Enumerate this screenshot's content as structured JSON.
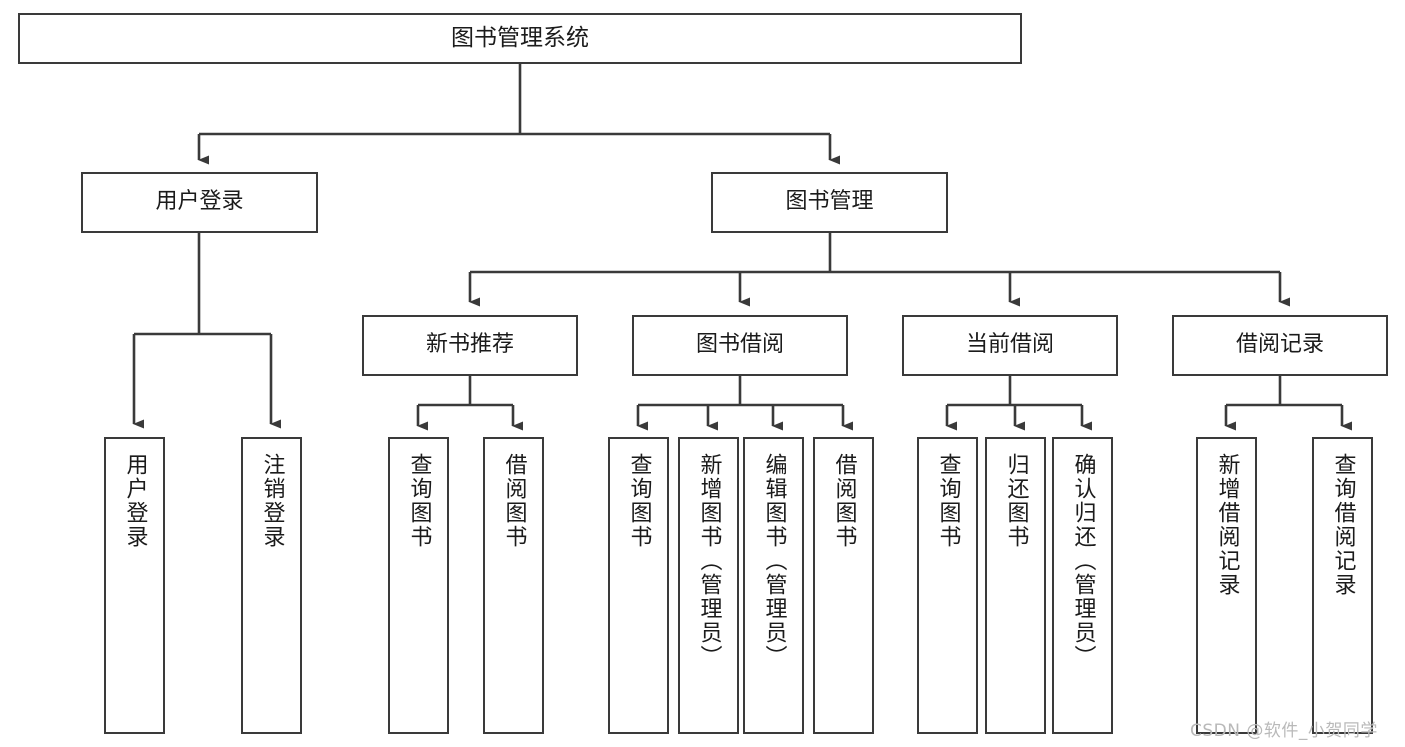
{
  "diagram": {
    "title": "图书管理系统",
    "type": "tree-hierarchy",
    "colors": {
      "box_border": "#3a3a3a",
      "box_fill": "#ffffff",
      "edge": "#3a3a3a",
      "text": "#1b1b1b",
      "watermark": "#b9b9b9",
      "background": "#ffffff"
    },
    "root": {
      "label": "图书管理系统"
    },
    "level1": [
      {
        "label": "用户登录"
      },
      {
        "label": "图书管理"
      }
    ],
    "level2": [
      {
        "label": "新书推荐"
      },
      {
        "label": "图书借阅"
      },
      {
        "label": "当前借阅"
      },
      {
        "label": "借阅记录"
      }
    ],
    "leaves": {
      "user_login": [
        {
          "label": "用户登录"
        },
        {
          "label": "注销登录"
        }
      ],
      "new_book_recommend": [
        {
          "label": "查询图书"
        },
        {
          "label": "借阅图书"
        }
      ],
      "book_borrow": [
        {
          "label": "查询图书"
        },
        {
          "label": "新增图书（管理员）"
        },
        {
          "label": "编辑图书（管理员）"
        },
        {
          "label": "借阅图书"
        }
      ],
      "current_borrow": [
        {
          "label": "查询图书"
        },
        {
          "label": "归还图书"
        },
        {
          "label": "确认归还（管理员）"
        }
      ],
      "borrow_record": [
        {
          "label": "新增借阅记录"
        },
        {
          "label": "查询借阅记录"
        }
      ]
    }
  },
  "watermark": {
    "text": "CSDN @软件_小贺同学"
  }
}
